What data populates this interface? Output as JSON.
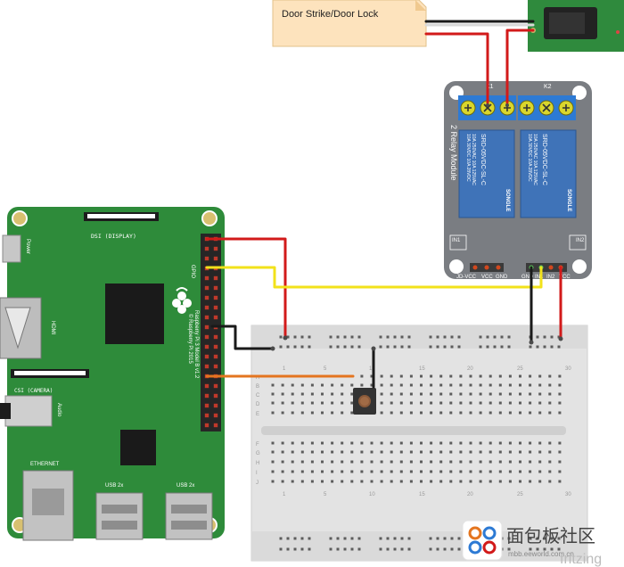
{
  "door_strike": {
    "label": "Door Strike/Door Lock"
  },
  "relay_module": {
    "title": "2 Relay Module",
    "terminal_label_k1": "K1",
    "terminal_label_k2": "K2",
    "relay_model": "SRD-05VDC-SL-C",
    "relay_brand": "SONGLE",
    "relay_spec_lines": [
      "10A 250VAC  10A 125VAC",
      "10A 30VDC   10A 28VDC"
    ],
    "in1_label": "IN1",
    "in2_label": "IN2",
    "pins_left": [
      "JD-VCC",
      "VCC",
      "GND"
    ],
    "pins_right": [
      "GND",
      "IN1",
      "IN2",
      "VCC"
    ]
  },
  "raspberry_pi": {
    "model_line1": "Raspberry Pi 3 Model B v1.2",
    "model_line2": "© Raspberry Pi 2015",
    "gpio_label": "GPIO",
    "dsi_label": "DSI (DISPLAY)",
    "csi_label": "CSI (CAMERA)",
    "hdmi_label": "HDMI",
    "power_label": "Power",
    "audio_label": "Audio",
    "ethernet_label": "ETHERNET",
    "usb_label_1": "USB 2x",
    "usb_label_2": "USB 2x"
  },
  "breadboard": {
    "row_letters_top": [
      "A",
      "B",
      "C",
      "D",
      "E"
    ],
    "row_letters_bottom": [
      "F",
      "G",
      "H",
      "I",
      "J"
    ],
    "column_numbers": [
      "1",
      "5",
      "10",
      "15",
      "20",
      "25",
      "30"
    ]
  },
  "watermark": {
    "brand_text": "面包板社区",
    "url_text": "mbb.eeworld.com.cn",
    "fritzing_text": "fritzing"
  },
  "colors": {
    "pcb_green": "#2e8b3a",
    "relay_board": "#7a7d82",
    "relay_blue": "#3f73b8",
    "wire_red": "#d21a1a",
    "wire_black": "#1a1a1a",
    "wire_yellow": "#f2e21a",
    "wire_orange": "#e4751f",
    "note_fill": "#fde3bd"
  }
}
